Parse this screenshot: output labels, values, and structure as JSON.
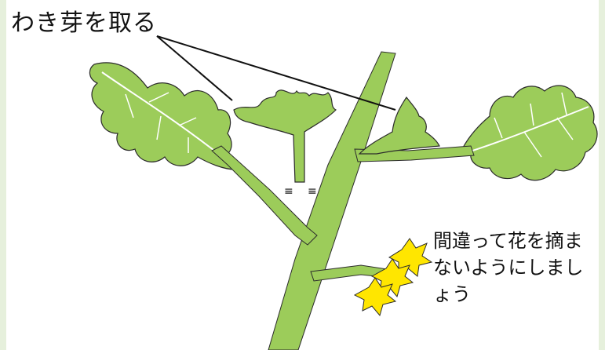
{
  "title": "わき芽を取る",
  "note": {
    "lines": [
      "間違って花を摘ま",
      "ないようにしまし",
      "ょう"
    ]
  },
  "colors": {
    "leaf": "#9ccc5a",
    "outline": "#2b2b2b",
    "flower": "#ffe600",
    "border": "#e6f0dc"
  }
}
